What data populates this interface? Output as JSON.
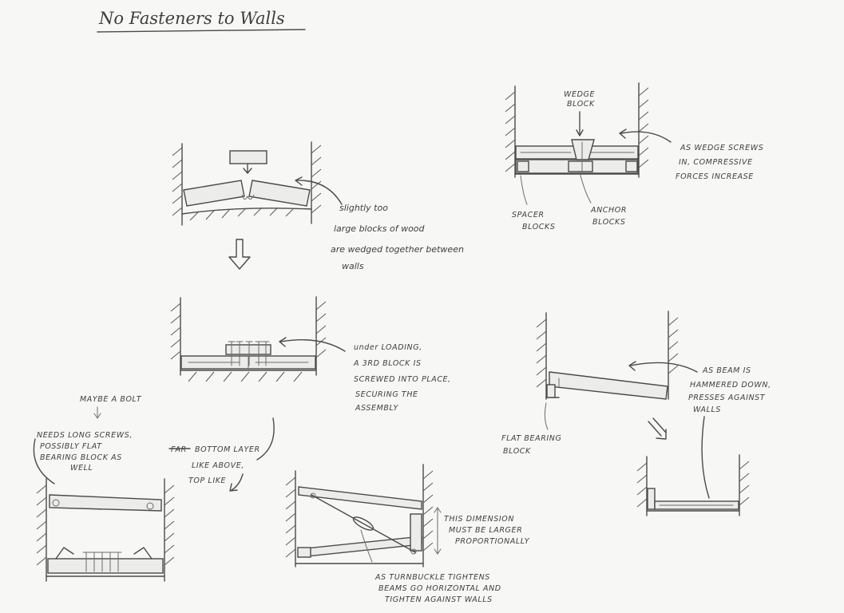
{
  "title": "No Fasteners to Walls",
  "labels": {
    "slightly_1": "slightly too",
    "slightly_2": "large blocks of wood",
    "slightly_3": "are wedged together between",
    "slightly_4": "walls",
    "loading_1": "under LOADING,",
    "loading_2": "A 3RD BLOCK IS",
    "loading_3": "SCREWED INTO PLACE,",
    "loading_4": "SECURING THE",
    "loading_5": "ASSEMBLY",
    "wedge_block_1": "WEDGE",
    "wedge_block_2": "BLOCK",
    "wedge_note_1": "AS WEDGE SCREWS",
    "wedge_note_2": "IN, COMPRESSIVE",
    "wedge_note_3": "FORCES INCREASE",
    "spacer_1": "SPACER",
    "spacer_2": "BLOCKS",
    "anchor_1": "ANCHOR",
    "anchor_2": "BLOCKS",
    "beam_note_1": "AS BEAM IS",
    "beam_note_2": "HAMMERED DOWN,",
    "beam_note_3": "PRESSES AGAINST",
    "beam_note_4": "WALLS",
    "flat_1": "FLAT BEARING",
    "flat_2": "BLOCK",
    "maybe_bolt": "MAYBE A BOLT",
    "screws_1": "NEEDS LONG SCREWS,",
    "screws_2": "POSSIBLY FLAT",
    "screws_3": "BEARING BLOCK AS",
    "screws_4": "WELL",
    "bottom_1": "BOTTOM LAYER",
    "bottom_2": "LIKE ABOVE,",
    "bottom_3": "TOP LIKE",
    "bottom_strike": "FAR",
    "dimension_1": "THIS DIMENSION",
    "dimension_2": "MUST BE LARGER",
    "dimension_3": "PROPORTIONALLY",
    "turnbuckle_1": "AS TURNBUCKLE TIGHTENS",
    "turnbuckle_2": "BEAMS GO HORIZONTAL AND",
    "turnbuckle_3": "TIGHTEN AGAINST WALLS"
  }
}
